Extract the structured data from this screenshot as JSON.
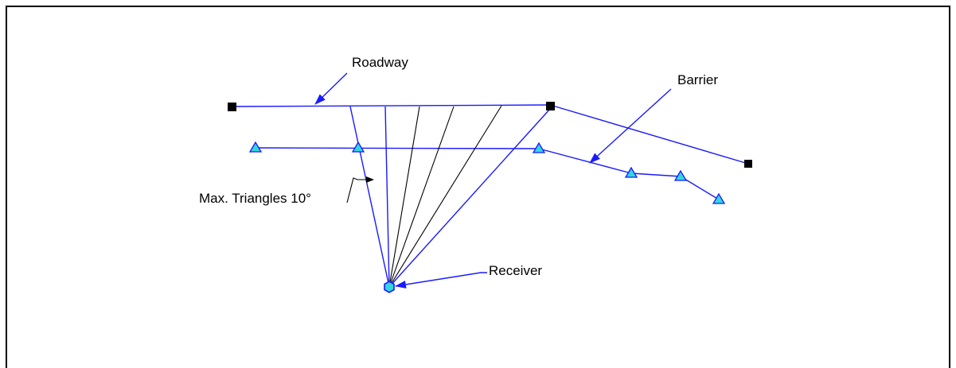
{
  "labels": {
    "roadway": "Roadway",
    "barrier": "Barrier",
    "max_triangles": "Max. Triangles 10°",
    "receiver": "Receiver"
  },
  "colors": {
    "line_blue": "#1a1aff",
    "fill_cyan": "#33d6dd",
    "node_black": "#000000"
  }
}
